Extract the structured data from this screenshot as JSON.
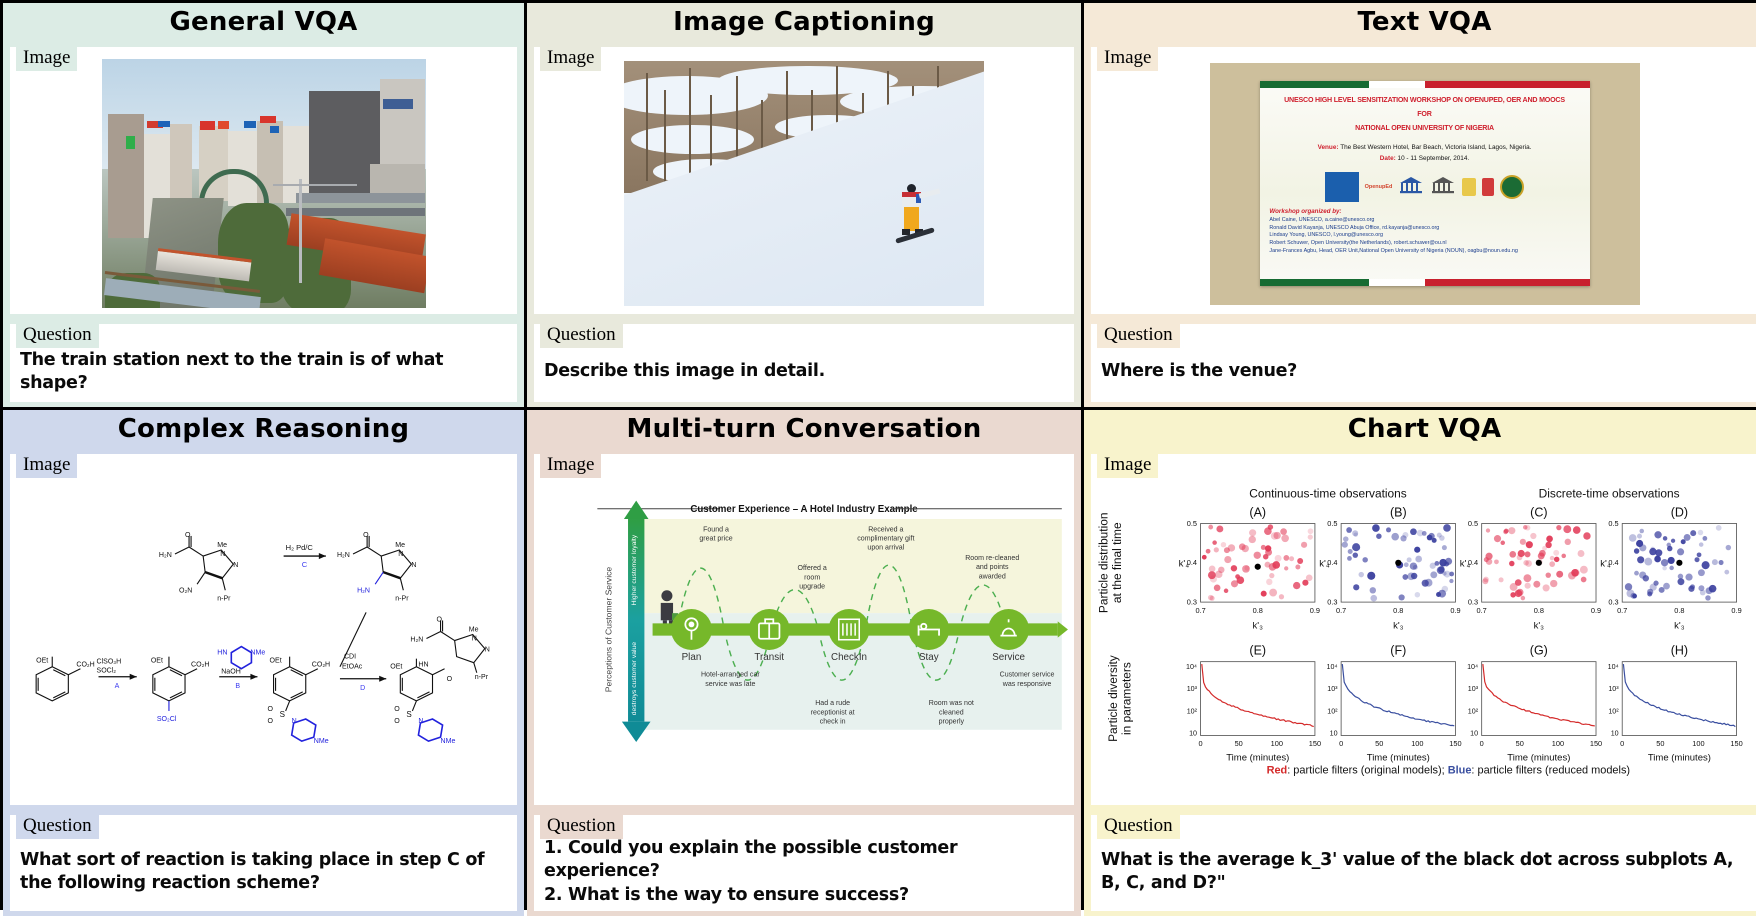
{
  "panels": [
    {
      "id": "general-vqa",
      "title": "General VQA",
      "accent": "#dcece5",
      "image_label": "Image",
      "question_label": "Question",
      "question": "The train station next to the train is of what shape?",
      "image_description": "Aerial city photo of Tokyo with orange trains on elevated tracks beside a river, green arched bridge and dense buildings"
    },
    {
      "id": "image-captioning",
      "title": "Image Captioning",
      "accent": "#e8e9dc",
      "image_label": "Image",
      "question_label": "Question",
      "question": "Describe this image in detail.",
      "image_description": "Snowboarder in yellow pants riding down a snowy slope with bare winter trees behind"
    },
    {
      "id": "text-vqa",
      "title": "Text VQA",
      "accent": "#f5e9d7",
      "image_label": "Image",
      "question_label": "Question",
      "question": "Where is the venue?",
      "image_description": "Photo of a printed workshop banner hung on a wall",
      "banner": {
        "title_line1": "UNESCO HIGH LEVEL SENSITIZATION WORKSHOP ON OPENUPED, OER AND MOOCS",
        "title_line2": "FOR",
        "title_line3": "NATIONAL OPEN UNIVERSITY OF NIGERIA",
        "venue_key": "Venue:",
        "venue_value": " The Best Western Hotel, Bar Beach, Victoria Island, Lagos, Nigeria.",
        "date_key": "Date:",
        "date_value": " 10 - 11 September, 2014.",
        "organized_by": "Workshop organized by:",
        "organizers": [
          "Abel Caine, UNESCO, a.caine@unesco.org",
          "Ronald David Kayanja, UNESCO Abuja Office, rd.kayanja@unesco.org",
          "Lindsay Young, UNESCO, l.young@unesco.org",
          "Robert Schuwer, Open University(the Netherlands), robert.schuwer@ou.nl",
          "Jane-Frances Agbu, Head, OER Unit,National Open University of Nigeria (NOUN), oagbu@noun.edu.ng"
        ]
      }
    },
    {
      "id": "complex-reasoning",
      "title": "Complex Reasoning",
      "accent": "#cfd8ec",
      "image_label": "Image",
      "question_label": "Question",
      "question": "What sort of reaction is taking place in step C of the following reaction scheme?",
      "image_description": "Organic chemistry multi-step reaction scheme",
      "scheme": {
        "steps": [
          "A",
          "B",
          "C",
          "D"
        ],
        "reagents": [
          "ClSO3H SOCl2",
          "NaOH",
          "H2 Pd/C",
          "CDI EtOAc"
        ],
        "labels": [
          "OEt",
          "CO2H",
          "SO2Cl",
          "NMe",
          "HN",
          "H2N",
          "O2N",
          "Me",
          "N",
          "n-Pr",
          "H2N",
          "HN",
          "O",
          "S"
        ]
      }
    },
    {
      "id": "multi-turn-conversation",
      "title": "Multi-turn Conversation",
      "accent": "#ead9d0",
      "image_label": "Image",
      "question_label": "Question",
      "question_lines": [
        "1. Could you explain the possible customer experience?",
        "2. What is the way to ensure success?"
      ],
      "image_description": "Customer journey infographic for a hotel stay",
      "journey": {
        "title": "Customer Experience – A Hotel Industry Example",
        "y_axis_label": "Perceptions of Customer Service",
        "top_axis_label": "Higher customer loyalty",
        "bottom_axis_label": "destroys customer value",
        "stages": [
          {
            "name": "Plan",
            "icon": "pin-icon"
          },
          {
            "name": "Transit",
            "icon": "suitcase-icon"
          },
          {
            "name": "CheckIn",
            "icon": "building-icon"
          },
          {
            "name": "Stay",
            "icon": "bed-icon"
          },
          {
            "name": "Service",
            "icon": "bell-icon"
          }
        ],
        "positives": [
          "Found a great price",
          "Offered a room upgrade",
          "Received a complimentary gift upon arrival",
          "Room re-cleaned and points awarded"
        ],
        "negatives": [
          "Hotel-arranged car service was late",
          "Had a rude receptionist at check in",
          "Room was not cleaned properly",
          "Customer service was responsive"
        ]
      }
    },
    {
      "id": "chart-vqa",
      "title": "Chart VQA",
      "accent": "#f8f3cc",
      "image_label": "Image",
      "question_label": "Question",
      "question": "What is the average k_3' value of the black dot across subplots A, B, C, and D?\"",
      "image_description": "Eight-panel scientific figure of particle filter results"
    }
  ],
  "chart_data": {
    "type": "scatter",
    "group_titles": [
      "Continuous-time observations",
      "Discrete-time observations"
    ],
    "row1": {
      "ylabel": "Particle distribution at the final time",
      "xlabel": "k'_3",
      "ylabel_axis": "k'_4",
      "xlim": [
        0.7,
        0.9
      ],
      "ylim": [
        0.3,
        0.5
      ],
      "xticks": [
        0.7,
        0.8,
        0.9
      ],
      "yticks": [
        0.3,
        0.4,
        0.5
      ],
      "panels": [
        {
          "label": "(A)",
          "color": "#e23b58",
          "color_name": "red",
          "black_dot": [
            0.8,
            0.39
          ],
          "n_points": 60
        },
        {
          "label": "(B)",
          "color": "#3a3f9e",
          "color_name": "blue",
          "black_dot": [
            0.8,
            0.4
          ],
          "n_points": 60
        },
        {
          "label": "(C)",
          "color": "#e23b58",
          "color_name": "red",
          "black_dot": [
            0.8,
            0.4
          ],
          "n_points": 60
        },
        {
          "label": "(D)",
          "color": "#3a3f9e",
          "color_name": "blue",
          "black_dot": [
            0.8,
            0.4
          ],
          "n_points": 60
        }
      ]
    },
    "row2": {
      "type": "line",
      "ylabel": "Particle diversity in parameters",
      "xlabel": "Time (minutes)",
      "xlim": [
        0,
        150
      ],
      "xticks": [
        0,
        50,
        100,
        150
      ],
      "yticks": [
        "10",
        "10^2",
        "10^3",
        "10^4"
      ],
      "yscale": "log",
      "panels": [
        {
          "label": "(E)",
          "color": "#d42a2a",
          "color_name": "red"
        },
        {
          "label": "(F)",
          "color": "#3a4fa0",
          "color_name": "blue"
        },
        {
          "label": "(G)",
          "color": "#d42a2a",
          "color_name": "red"
        },
        {
          "label": "(H)",
          "color": "#3a4fa0",
          "color_name": "blue"
        }
      ]
    },
    "legend": [
      {
        "key": "Red",
        "color": "#d42a2a",
        "text": ": particle filters (original models);"
      },
      {
        "key": "Blue",
        "color": "#3a4fa0",
        "text": ": particle filters (reduced models)"
      }
    ]
  }
}
